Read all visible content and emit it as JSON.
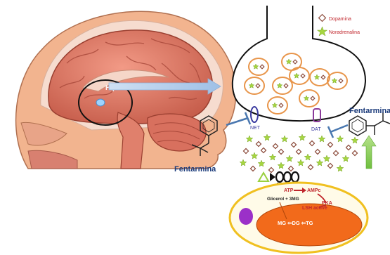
{
  "labels": {
    "hypothalamus": "Hipotálamo",
    "fentermina_left": "Fentarmina",
    "fentermina_right": "Fentarmina",
    "net": "NET",
    "dat": "DAT",
    "atp": "ATP",
    "ampc": "AMPc",
    "pka": "PKA",
    "glycerol": "Glicerol + 3MG",
    "lsh": "LSH active",
    "lipolysis_chain": "MG ⇦DG ⇦TG"
  },
  "legend": {
    "items": [
      {
        "label": "Dopamina",
        "shape": "diamond",
        "color": "#8a4a3a"
      },
      {
        "label": "Noradrenalina",
        "shape": "star",
        "color": "#9acd32"
      }
    ]
  },
  "colors": {
    "star": "#a6d640",
    "diamond_stroke": "#8b4a3a",
    "vesicle": "#e8954a",
    "net": "#3a3aa0",
    "dat": "#8a3a9a",
    "inhibit": "#4a78b0",
    "arrow_up": "#7ac143",
    "cell_outline": "#f0c020",
    "nucleus": "#f26a1b",
    "vesicle_violet": "#9b30c8",
    "text_red": "#c0262c",
    "brain": "#d96c5a",
    "skin": "#f0b08a"
  },
  "icons": [
    "receptor-chain-icon",
    "hypothalamus-arrow-icon"
  ]
}
